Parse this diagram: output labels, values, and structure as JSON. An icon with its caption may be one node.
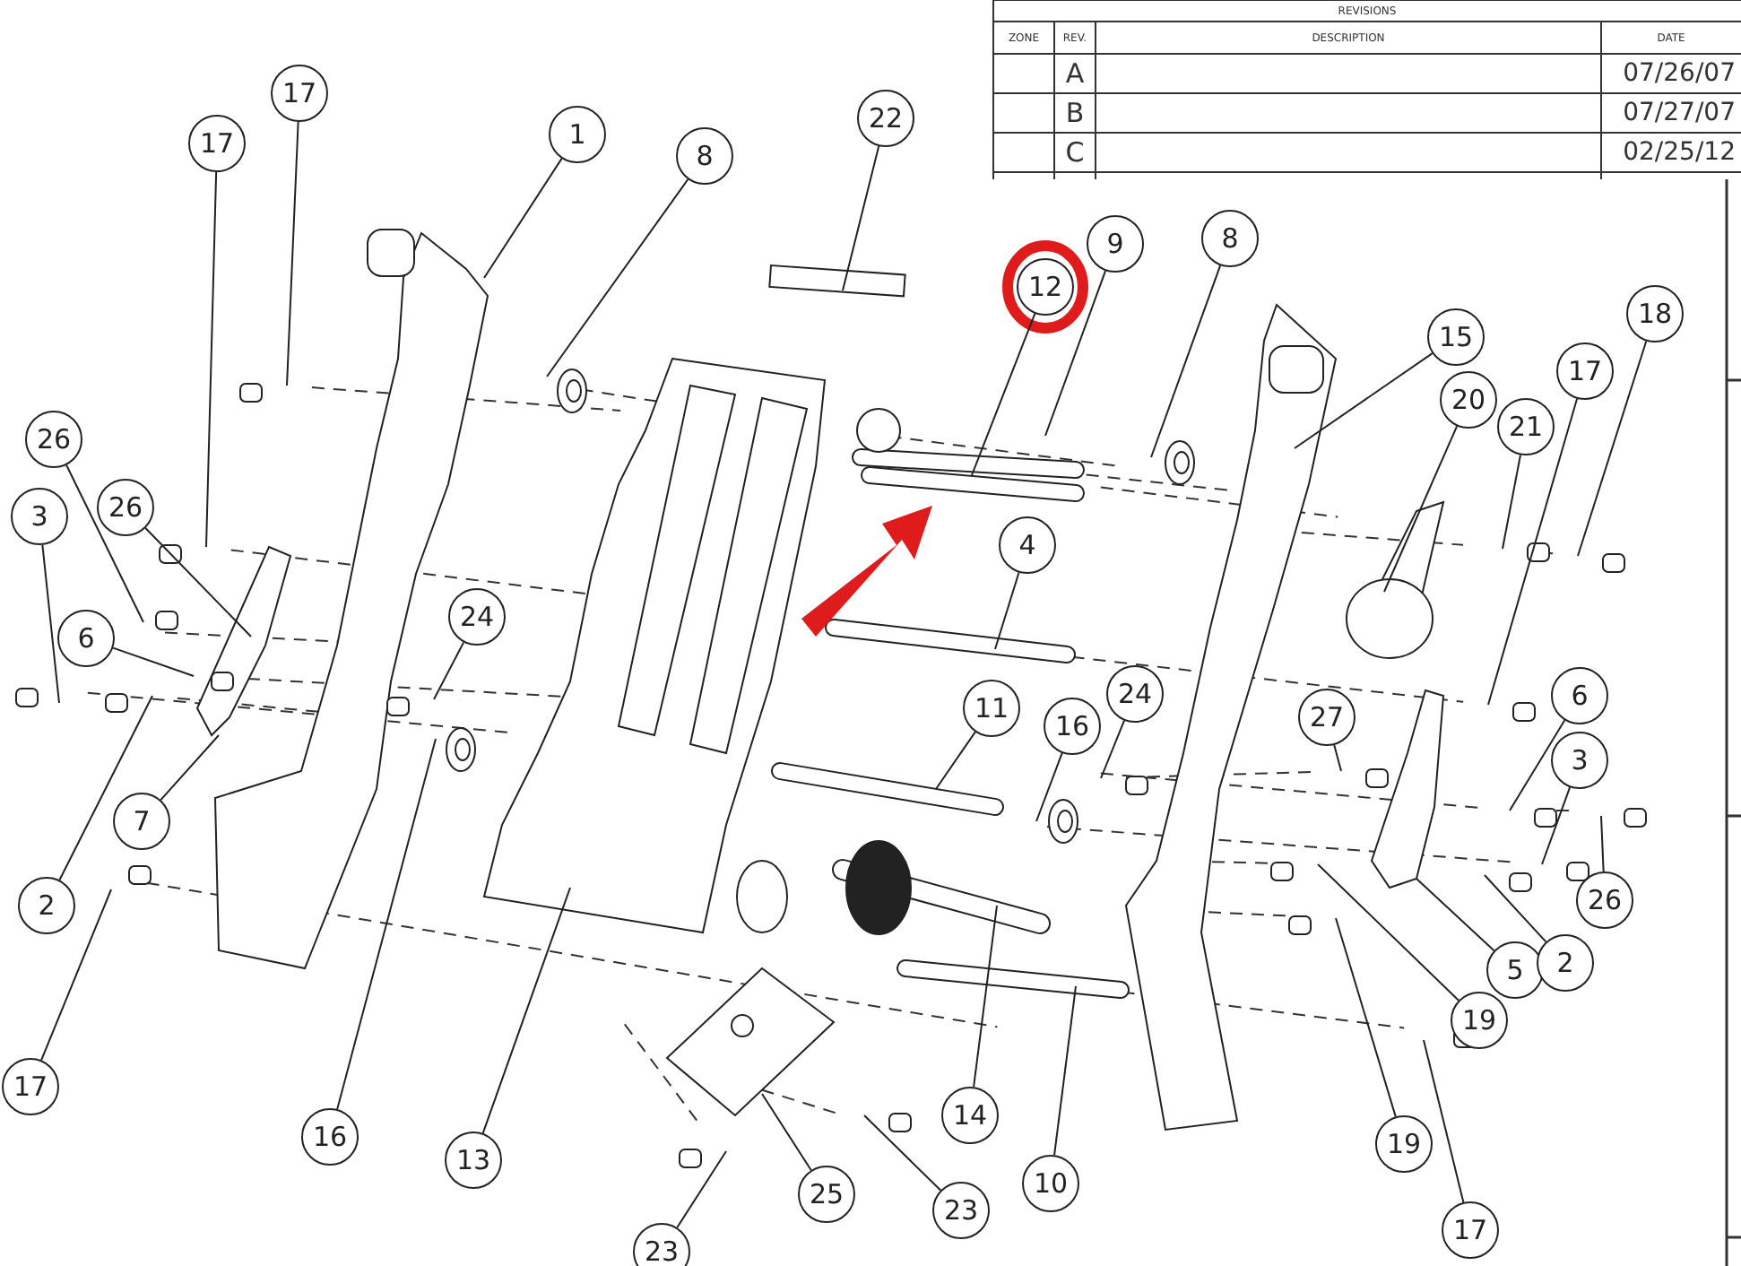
{
  "diagram": {
    "nodes": [
      {
        "text": [
          "17"
        ]
      },
      {
        "text": [
          "17"
        ]
      },
      {
        "text": [
          "1"
        ]
      },
      {
        "text": [
          "8"
        ]
      },
      {
        "text": [
          "22"
        ]
      },
      {
        "text": [
          "26"
        ]
      },
      {
        "text": [
          "26"
        ]
      },
      {
        "text": [
          "3"
        ]
      },
      {
        "text": [
          "6"
        ]
      },
      {
        "text": [
          "24"
        ]
      },
      {
        "text": [
          "2"
        ]
      },
      {
        "text": [
          "7"
        ]
      },
      {
        "text": [
          "17"
        ]
      },
      {
        "text": [
          "16"
        ]
      },
      {
        "text": [
          "13"
        ]
      },
      {
        "text": [
          "25"
        ]
      },
      {
        "text": [
          "23"
        ]
      },
      {
        "text": [
          "23"
        ]
      },
      {
        "text": [
          "12"
        ]
      },
      {
        "text": [
          "9"
        ]
      },
      {
        "text": [
          "8"
        ]
      },
      {
        "text": [
          "15"
        ]
      },
      {
        "text": [
          "18"
        ]
      },
      {
        "text": [
          "20"
        ]
      },
      {
        "text": [
          "17"
        ]
      },
      {
        "text": [
          "21"
        ]
      },
      {
        "text": [
          "4"
        ]
      },
      {
        "text": [
          "11"
        ]
      },
      {
        "text": [
          "16"
        ]
      },
      {
        "text": [
          "24"
        ]
      },
      {
        "text": [
          "27"
        ]
      },
      {
        "text": [
          "6"
        ]
      },
      {
        "text": [
          "3"
        ]
      },
      {
        "text": [
          "26"
        ]
      },
      {
        "text": [
          "5"
        ]
      },
      {
        "text": [
          "2"
        ]
      },
      {
        "text": [
          "19"
        ]
      },
      {
        "text": [
          "19"
        ]
      },
      {
        "text": [
          "17"
        ]
      },
      {
        "text": [
          "14"
        ]
      },
      {
        "text": [
          "10"
        ]
      }
    ],
    "edges": [
      {
        "from": 0,
        "to": null,
        "arrow": "none"
      },
      {
        "from": 1,
        "to": null,
        "arrow": "none"
      },
      {
        "from": 2,
        "to": null,
        "arrow": "none"
      },
      {
        "from": 3,
        "to": null,
        "arrow": "none"
      },
      {
        "from": 4,
        "to": null,
        "arrow": "none"
      },
      {
        "from": 5,
        "to": null,
        "arrow": "none"
      },
      {
        "from": 6,
        "to": null,
        "arrow": "none"
      },
      {
        "from": 7,
        "to": null,
        "arrow": "none"
      },
      {
        "from": 8,
        "to": null,
        "arrow": "none"
      },
      {
        "from": 9,
        "to": null,
        "arrow": "none"
      },
      {
        "from": 10,
        "to": null,
        "arrow": "none"
      },
      {
        "from": 11,
        "to": null,
        "arrow": "none"
      },
      {
        "from": 12,
        "to": null,
        "arrow": "none"
      },
      {
        "from": 13,
        "to": null,
        "arrow": "none"
      },
      {
        "from": 14,
        "to": null,
        "arrow": "none"
      },
      {
        "from": 15,
        "to": null,
        "arrow": "none"
      },
      {
        "from": 16,
        "to": null,
        "arrow": "none"
      },
      {
        "from": 17,
        "to": null,
        "arrow": "none"
      },
      {
        "from": 18,
        "to": null,
        "arrow": "none"
      },
      {
        "from": 19,
        "to": null,
        "arrow": "none"
      },
      {
        "from": 20,
        "to": null,
        "arrow": "none"
      },
      {
        "from": 21,
        "to": null,
        "arrow": "none"
      },
      {
        "from": 22,
        "to": null,
        "arrow": "none"
      },
      {
        "from": 23,
        "to": null,
        "arrow": "none"
      },
      {
        "from": 24,
        "to": null,
        "arrow": "none"
      },
      {
        "from": 25,
        "to": null,
        "arrow": "none"
      },
      {
        "from": 26,
        "to": null,
        "arrow": "none"
      },
      {
        "from": 27,
        "to": null,
        "arrow": "none"
      },
      {
        "from": 28,
        "to": null,
        "arrow": "none"
      },
      {
        "from": 29,
        "to": null,
        "arrow": "none"
      },
      {
        "from": 30,
        "to": null,
        "arrow": "none"
      },
      {
        "from": 31,
        "to": null,
        "arrow": "none"
      },
      {
        "from": 32,
        "to": null,
        "arrow": "none"
      },
      {
        "from": 33,
        "to": null,
        "arrow": "none"
      },
      {
        "from": 34,
        "to": null,
        "arrow": "none"
      },
      {
        "from": 35,
        "to": null,
        "arrow": "none"
      },
      {
        "from": 36,
        "to": null,
        "arrow": "none"
      },
      {
        "from": 37,
        "to": null,
        "arrow": "none"
      },
      {
        "from": 38,
        "to": null,
        "arrow": "none"
      },
      {
        "from": 39,
        "to": null,
        "arrow": "none"
      },
      {
        "from": 40,
        "to": null,
        "arrow": "none"
      }
    ],
    "labels": [
      "REVISIONS",
      "ZONE",
      "REV.",
      "DESCRIPTION",
      "DATE",
      "A",
      "07/26/07",
      "B",
      "07/27/07",
      "C",
      "02/25/12"
    ]
  }
}
